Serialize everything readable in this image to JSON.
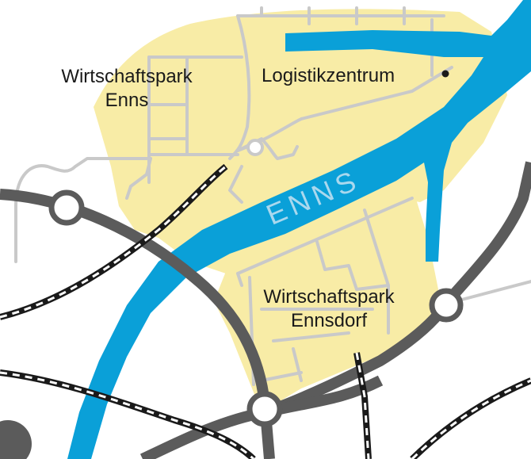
{
  "map": {
    "labels": {
      "park_enns_line1": "Wirtschaftspark",
      "park_enns_line2": "Enns",
      "logistics": "Logistikzentrum",
      "river": "ENNS",
      "park_ennsdorf_line1": "Wirtschaftspark",
      "park_ennsdorf_line2": "Ennsdorf"
    },
    "colors": {
      "industrial_zone": "#f8eca6",
      "river": "#0aa0d8",
      "road_major": "#5b5b5b",
      "road_minor": "#c9c9c9",
      "railway": "#1a1a1a",
      "river_label": "#a9d8ee"
    },
    "icons": [
      "node-circle-icon",
      "location-dot-icon"
    ]
  }
}
